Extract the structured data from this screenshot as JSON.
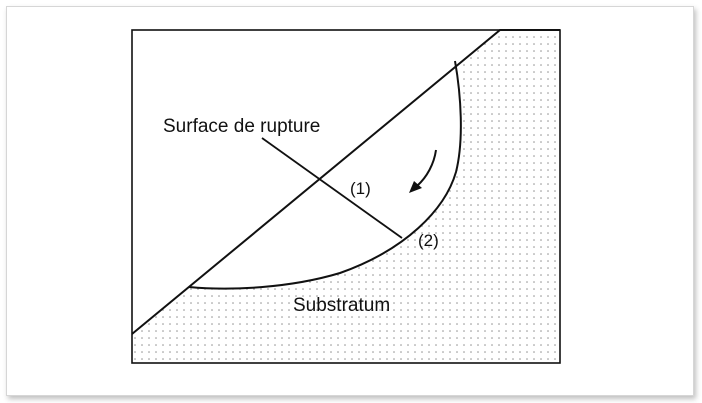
{
  "diagram": {
    "labels": {
      "surface": "Surface de rupture",
      "zone1": "(1)",
      "zone2": "(2)",
      "substratum": "Substratum"
    },
    "colors": {
      "line": "#111111",
      "dots": "#8a8a8a",
      "background": "#ffffff",
      "frame_border": "#d6d6d6"
    }
  }
}
